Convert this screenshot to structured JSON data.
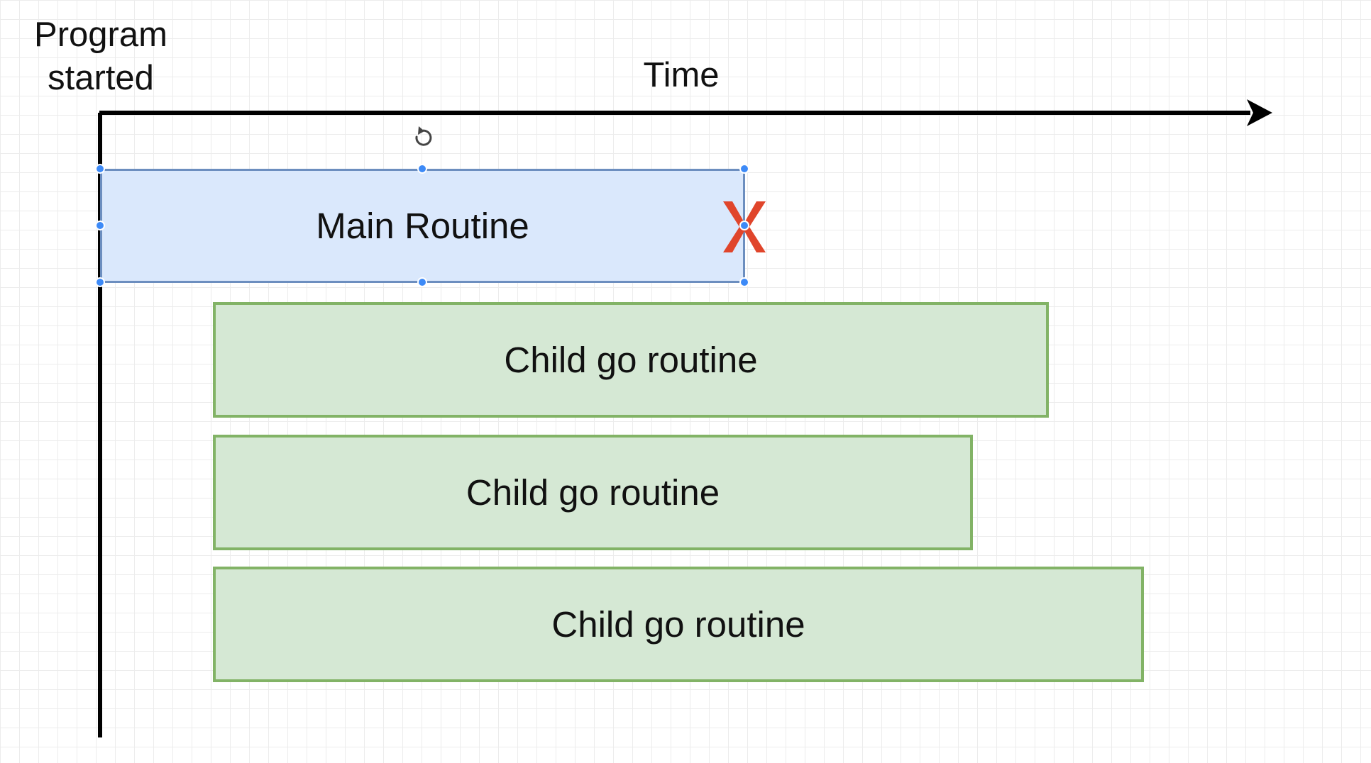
{
  "diagram": {
    "start_label_line1": "Program",
    "start_label_line2": "started",
    "time_label": "Time",
    "main_routine": {
      "label": "Main Routine",
      "fill": "#dae8fc",
      "stroke": "#6c8ebf",
      "selected": true,
      "terminated_marker_color": "#e0452b"
    },
    "child_routines": [
      {
        "label": "Child go routine",
        "fill": "#d5e8d4",
        "stroke": "#82b366"
      },
      {
        "label": "Child go routine",
        "fill": "#d5e8d4",
        "stroke": "#82b366"
      },
      {
        "label": "Child go routine",
        "fill": "#d5e8d4",
        "stroke": "#82b366"
      }
    ],
    "selection_handle_color": "#3d8af7"
  }
}
